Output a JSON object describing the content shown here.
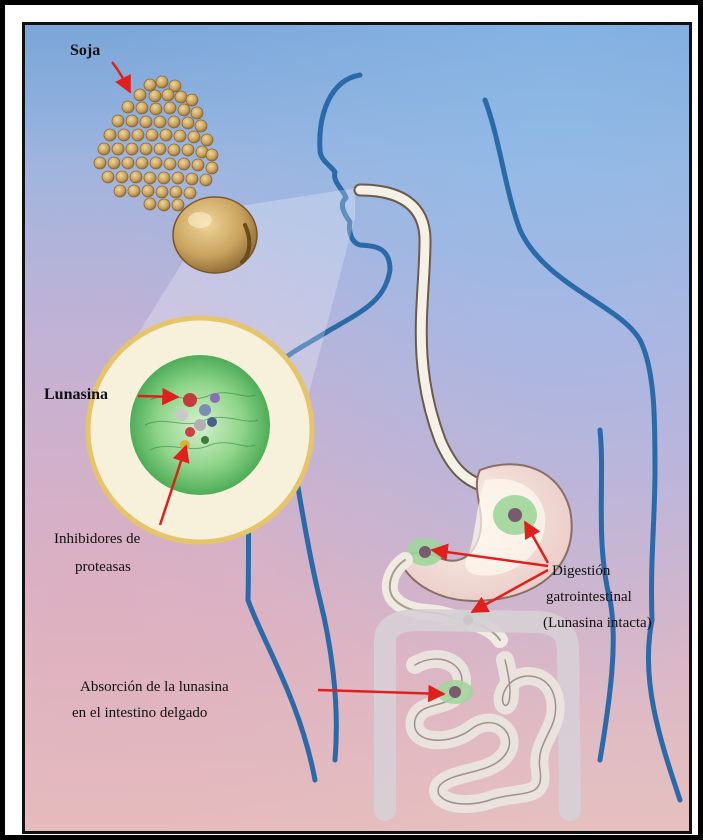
{
  "labels": {
    "soja": "Soja",
    "lunasina": "Lunasina",
    "inhibidores_line1": "Inhibidores de",
    "inhibidores_line2": "proteasas",
    "digestion_line1": "Digestión",
    "digestion_line2": "gatrointestinal",
    "digestion_line3": "(Lunasina intacta)",
    "absorcion_line1": "Absorción de la lunasina",
    "absorcion_line2": "en el intestino delgado"
  },
  "colors": {
    "arrow": "#e0201c",
    "body_outline": "#2a6aa8",
    "esophagus_fill": "#f5f1e6",
    "seed": "#c9a35f",
    "cell_green": "#5cbf5a",
    "magnifier_fill": "#f7f1dc",
    "magnifier_rim": "#e5c46a"
  }
}
